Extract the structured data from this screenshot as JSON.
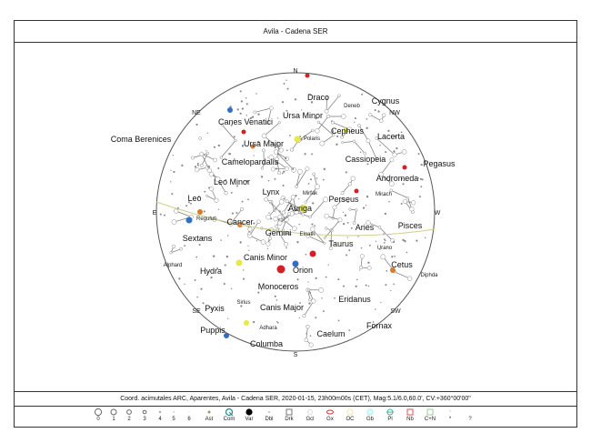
{
  "title": "Avila - Cadena SER",
  "caption": "Coord. acimutales ARC, Aparentes, Avila - Cadena SER, 2020-01-15, 23h00m00s (CET), Mag:5.1/6.0,60.0', CV:+360°00'00\"",
  "cardinals": [
    "N",
    "NE",
    "E",
    "SE",
    "S",
    "SW",
    "W",
    "NW"
  ],
  "constellations": [
    "Coma Berenices",
    "Draco",
    "Cygnus",
    "Canes Venatici",
    "Ursa Minor",
    "Cepheus",
    "Lacerta",
    "Pegasus",
    "Ursa Major",
    "Cassiopeia",
    "Camelopardalis",
    "Andromeda",
    "Leo Minor",
    "Lynx",
    "Perseus",
    "Leo",
    "Auriga",
    "Cancer",
    "Aries",
    "Pisces",
    "Sextans",
    "Gemini",
    "Taurus",
    "Canis Minor",
    "Cetus",
    "Hydra",
    "Orion",
    "Monoceros",
    "Eridanus",
    "Pyxis",
    "Canis Major",
    "Fornax",
    "Puppis",
    "Caelum",
    "Columba"
  ],
  "stars": [
    "Deneb",
    "Polaris",
    "Mirfak",
    "Mirach",
    "Regulus",
    "Elnath",
    "Urano",
    "Alphard",
    "Diphda",
    "Sirius",
    "Adhara"
  ],
  "legend": [
    "0",
    "1",
    "2",
    "3",
    "4",
    "5",
    "6",
    "Ast",
    "Com",
    "Var",
    "Dbl",
    "Drk",
    "Gcl",
    "Gx",
    "OC",
    "Gb",
    "Pl",
    "Nb",
    "C+N",
    "*",
    "?"
  ],
  "colors": {
    "blue": "#2f6fc4",
    "red": "#d22027",
    "orange": "#d97a2b",
    "yellow": "#e8e84a",
    "ecliptic": "#cfcf90",
    "lines": "#777777"
  }
}
